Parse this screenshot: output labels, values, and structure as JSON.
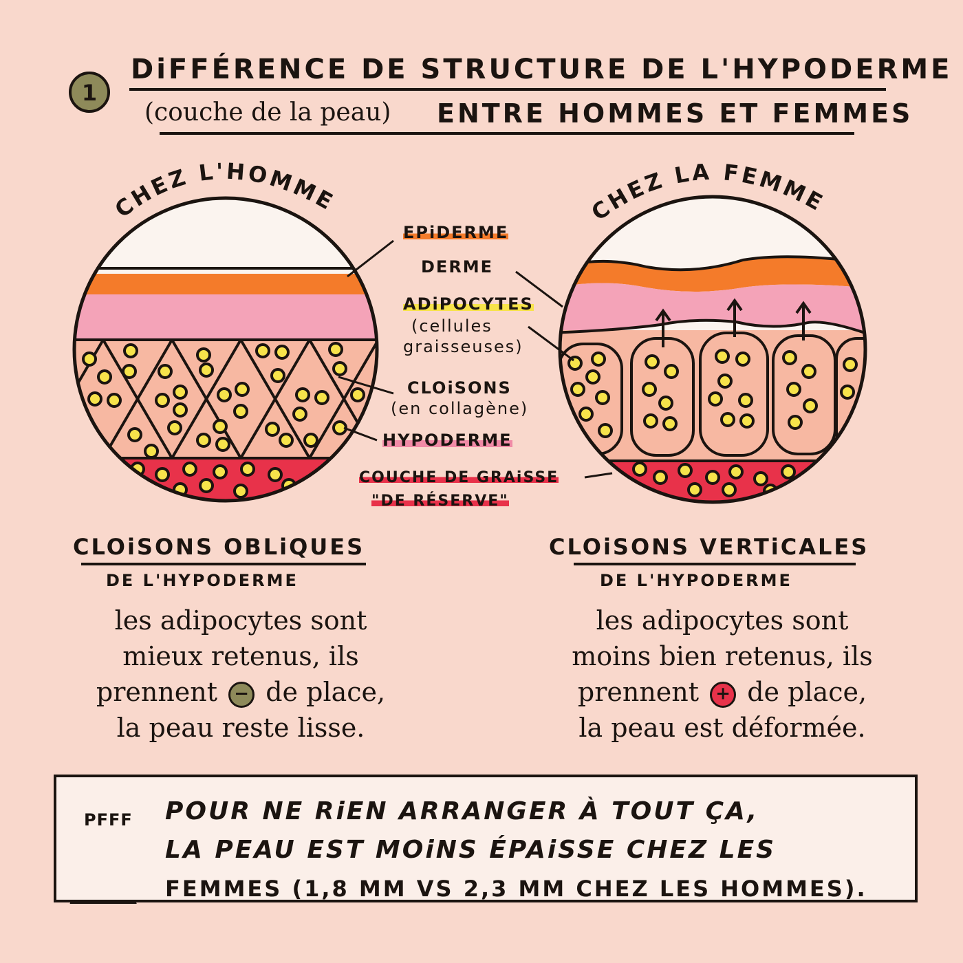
{
  "header": {
    "number": "1",
    "title_line1": "DiFFÉRENCE DE STRUCTURE DE L'HYPODERME",
    "title_line2_paren": "(couche de la peau)",
    "title_line2_caps": "ENTRE HOMMES ET FEMMES"
  },
  "diagram": {
    "left_heading": "CHEZ L'HOMME",
    "right_heading": "CHEZ LA FEMME",
    "labels": {
      "epiderme": "EPiDERME",
      "derme": "DERME",
      "adipocytes": "ADiPOCYTES",
      "adipocytes_sub1": "(cellules",
      "adipocytes_sub2": "graisseuses)",
      "cloisons": "CLOiSONS",
      "cloisons_sub": "(en collagène)",
      "hypoderme": "HYPODERME",
      "couche1": "COUCHE DE GRAiSSE",
      "couche2": "\"DE RÉSERVE\""
    },
    "colors": {
      "background": "#f9d8cc",
      "epiderme": "#f47b2a",
      "derme": "#f4a3b8",
      "hypoderme": "#f7b8a2",
      "adipocyte": "#f7e34b",
      "reserve": "#e8324a",
      "sign_minus": "#8e8a5a",
      "sign_plus": "#e8324a"
    },
    "icons": [
      "circle-minus-icon",
      "circle-plus-icon",
      "person-icon",
      "speech-bubble-icon",
      "up-arrow-icon"
    ]
  },
  "left_section": {
    "heading": "CLOiSONS OBLiQUES",
    "subheading": "DE L'HYPODERME",
    "line1": "les adipocytes sont",
    "line2": "mieux retenus, ils",
    "line3_a": "prennent",
    "line3_sign": "−",
    "line3_b": "de place,",
    "line4": "la peau reste lisse."
  },
  "right_section": {
    "heading": "CLOiSONS VERTiCALES",
    "subheading": "DE L'HYPODERME",
    "line1": "les adipocytes sont",
    "line2": "moins bien retenus, ils",
    "line3_a": "prennent",
    "line3_sign": "+",
    "line3_b": "de place,",
    "line4": "la peau est déformée."
  },
  "footer": {
    "bubble": "PFFF",
    "line1": "POUR NE RiEN ARRANGER À TOUT ÇA,",
    "line2": "LA PEAU EST MOiNS ÉPAiSSE CHEZ LES",
    "line3": "FEMMES (1,8 MM VS 2,3 MM CHEZ LES HOMMES)."
  }
}
